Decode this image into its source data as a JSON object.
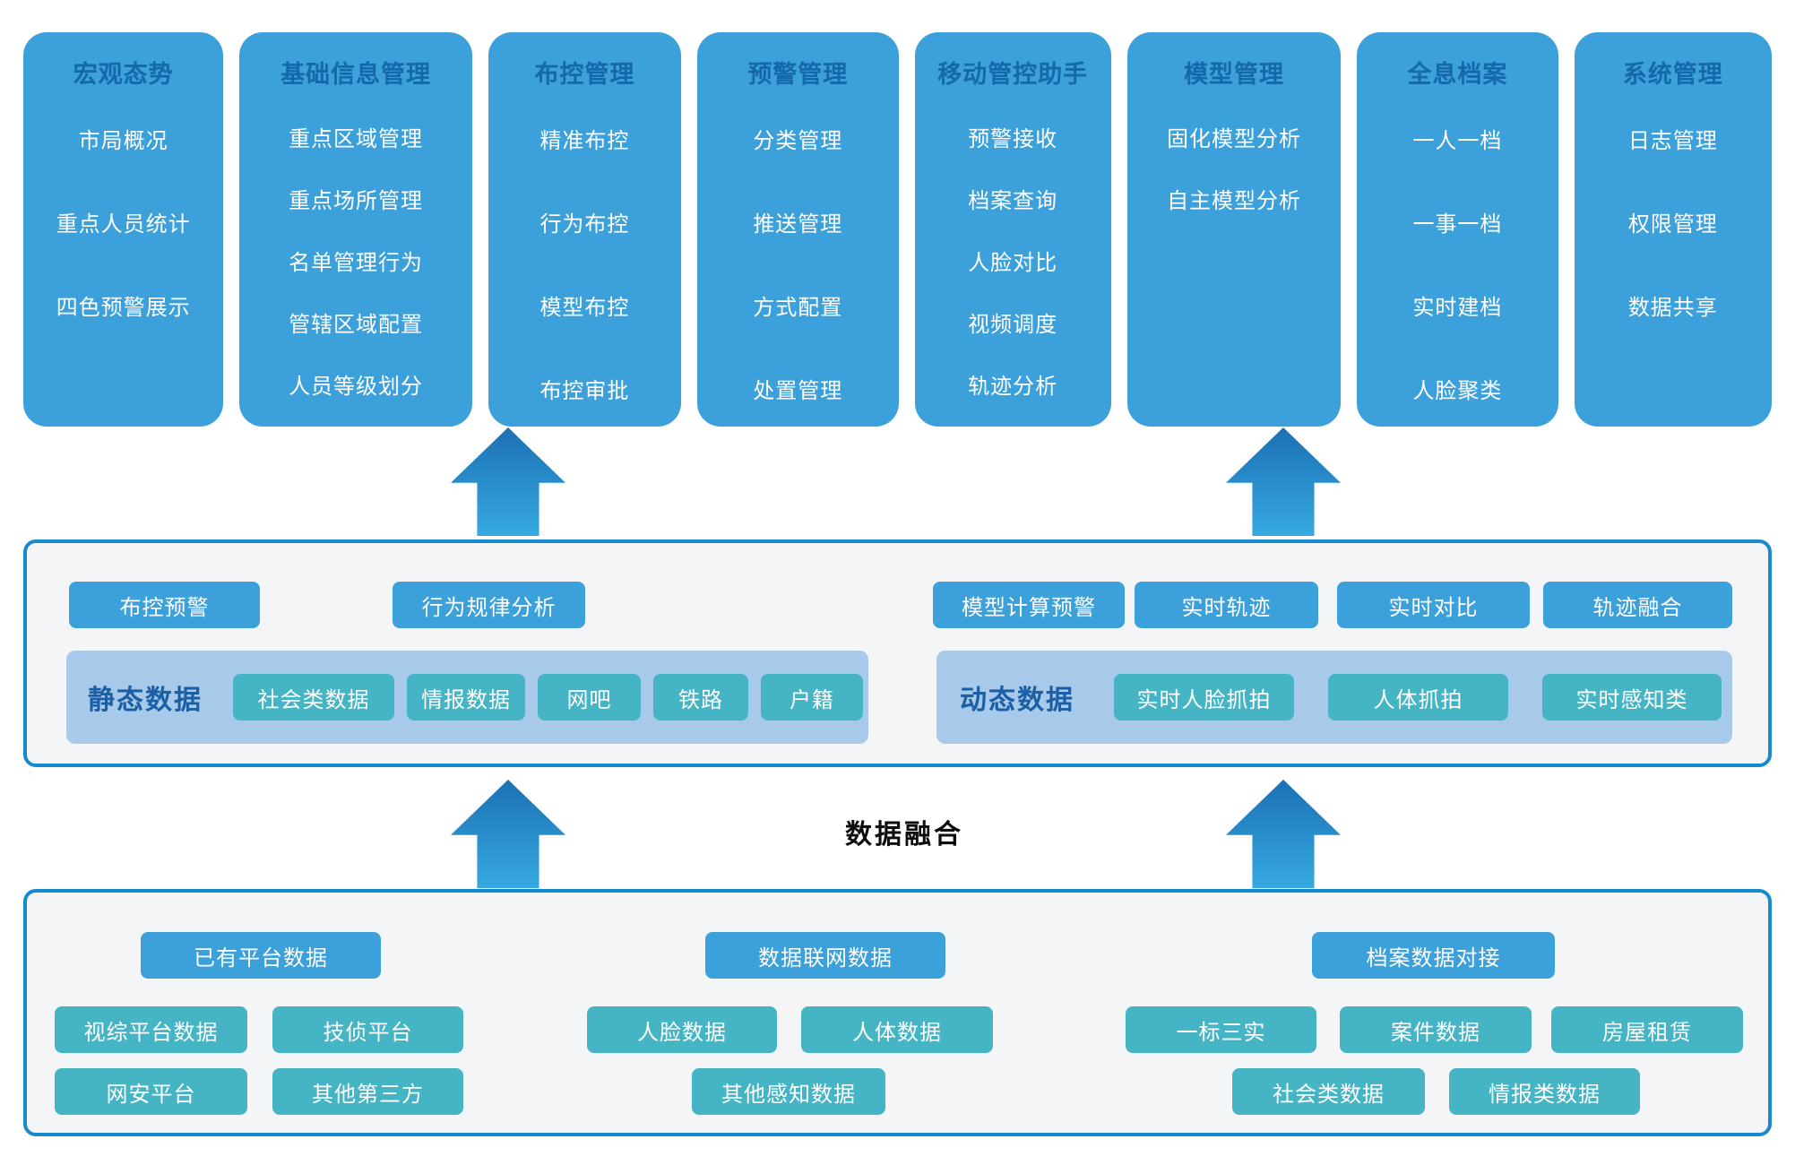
{
  "colors": {
    "column_blue": "#3CA0DB",
    "teal": "#45B5C5",
    "container_light_blue": "#A7C9EA",
    "box_border_blue": "#1789CE",
    "box_background": "#F4F5F7",
    "column_header_text": "#1568A9",
    "group_label_text": "#1B5FA5",
    "arrow_gradient_top": "#1C70B3",
    "arrow_gradient_bottom": "#36A9E1"
  },
  "columns": [
    {
      "title": "宏观态势",
      "items": [
        "市局概况",
        "重点人员统计",
        "四色预警展示"
      ]
    },
    {
      "title": "基础信息管理",
      "items": [
        "重点区域管理",
        "重点场所管理",
        "名单管理行为",
        "管辖区域配置",
        "人员等级划分"
      ]
    },
    {
      "title": "布控管理",
      "items": [
        "精准布控",
        "行为布控",
        "模型布控",
        "布控审批"
      ]
    },
    {
      "title": "预警管理",
      "items": [
        "分类管理",
        "推送管理",
        "方式配置",
        "处置管理"
      ]
    },
    {
      "title": "移动管控助手",
      "items": [
        "预警接收",
        "档案查询",
        "人脸对比",
        "视频调度",
        "轨迹分析"
      ]
    },
    {
      "title": "模型管理",
      "items": [
        "固化模型分析",
        "自主模型分析"
      ]
    },
    {
      "title": "全息档案",
      "items": [
        "一人一档",
        "一事一档",
        "实时建档",
        "人脸聚类"
      ]
    },
    {
      "title": "系统管理",
      "items": [
        "日志管理",
        "权限管理",
        "数据共享"
      ]
    }
  ],
  "middle": {
    "analysis_buttons": [
      "布控预警",
      "行为规律分析",
      "模型计算预警",
      "实时轨迹",
      "实时对比",
      "轨迹融合"
    ],
    "static_group": {
      "label": "静态数据",
      "items": [
        "社会类数据",
        "情报数据",
        "网吧",
        "铁路",
        "户籍"
      ]
    },
    "dynamic_group": {
      "label": "动态数据",
      "items": [
        "实时人脸抓拍",
        "人体抓拍",
        "实时感知类"
      ]
    }
  },
  "fusion_label": "数据融合",
  "bottom": {
    "groups": [
      {
        "header": "已有平台数据",
        "row1": [
          "视综平台数据",
          "技侦平台"
        ],
        "row2": [
          "网安平台",
          "其他第三方"
        ]
      },
      {
        "header": "数据联网数据",
        "row1": [
          "人脸数据",
          "人体数据"
        ],
        "row2": [
          "其他感知数据"
        ]
      },
      {
        "header": "档案数据对接",
        "row1": [
          "一标三实",
          "案件数据",
          "房屋租赁"
        ],
        "row2": [
          "社会类数据",
          "情报类数据"
        ]
      }
    ]
  }
}
